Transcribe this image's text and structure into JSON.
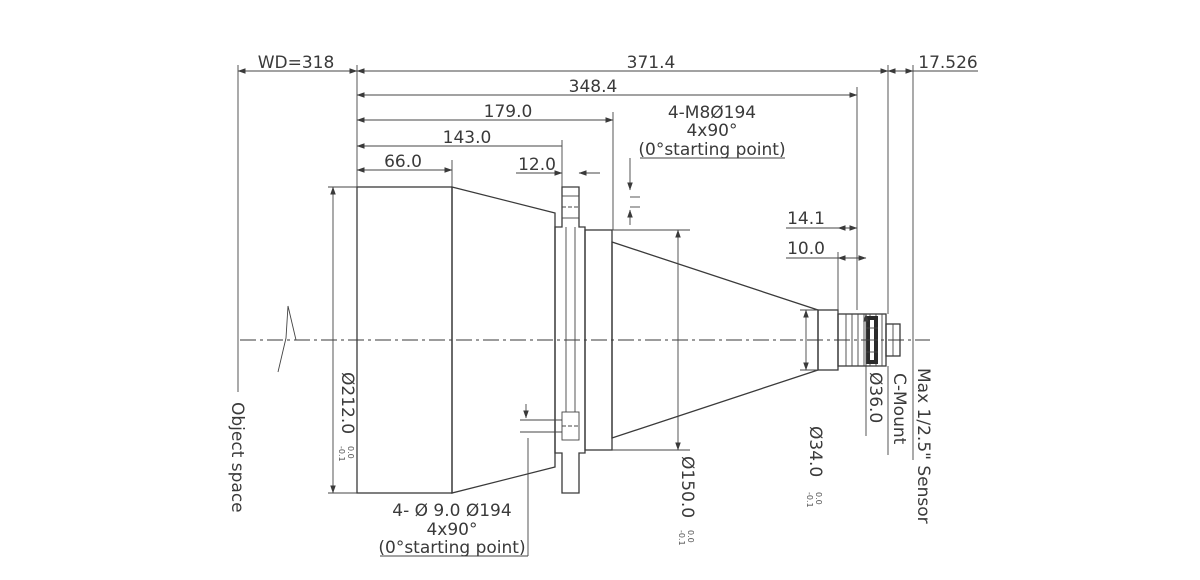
{
  "dimensions": {
    "working_distance": "WD=318",
    "total_length": "371.4",
    "sensor_offset": "17.526",
    "length_348": "348.4",
    "length_179": "179.0",
    "length_143": "143.0",
    "length_66": "66.0",
    "flange_thickness": "12.0",
    "length_14": "14.1",
    "length_10": "10.0",
    "dia_212": "Ø212.0",
    "dia_150": "Ø150.0",
    "dia_34": "Ø34.0",
    "dia_36": "Ø36.0"
  },
  "tolerances": {
    "upper": "0.0",
    "lower": "-0.1"
  },
  "notes": {
    "top_hole_line1": "4-M8Ø194",
    "top_hole_line2": "4x90°",
    "top_hole_line3": "(0°starting point)",
    "bottom_hole_line1": "4- Ø 9.0 Ø194",
    "bottom_hole_line2": "4x90°",
    "bottom_hole_line3": "(0°starting point)"
  },
  "labels": {
    "object_space": "Object space",
    "mount": "C-Mount",
    "sensor": "Max 1/2.5\" Sensor"
  }
}
